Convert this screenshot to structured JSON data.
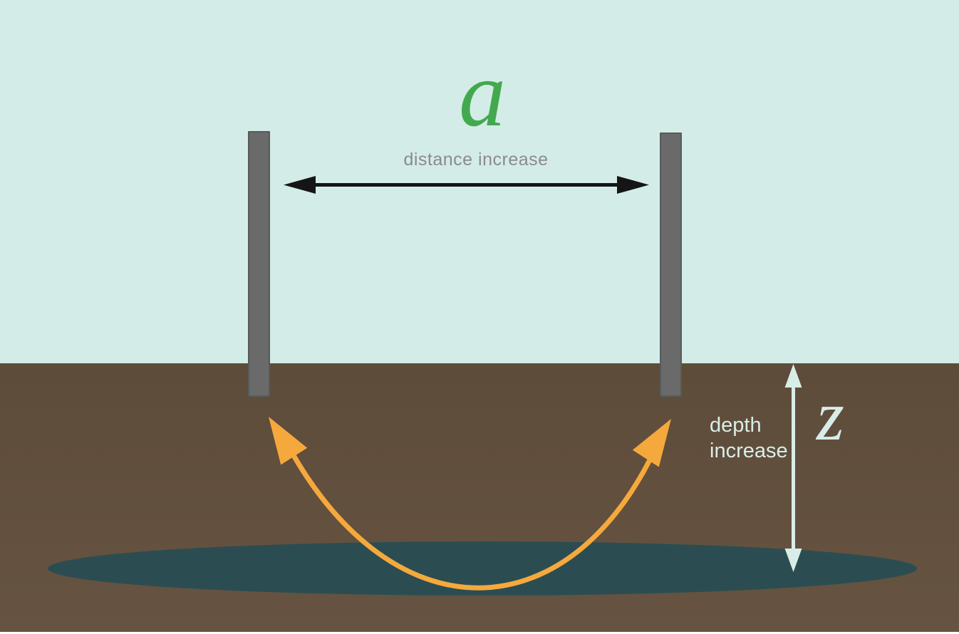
{
  "diagram": {
    "spacing_symbol": "a",
    "distance_label": "distance increase",
    "depth_label_line1": "depth",
    "depth_label_line2": "increase",
    "depth_symbol": "z"
  },
  "colors": {
    "page_bg": "#ffffff",
    "sky": "#d4ece7",
    "ground_top": "#5e4c3a",
    "ground_bottom": "#665341",
    "zone": "#2b4d52",
    "post_fill": "#6a6a6a",
    "post_edge": "#565b5c",
    "current": "#f5a93c",
    "mint": "#d9ede8",
    "arrow_black": "#151515",
    "symbol_green": "#43a94e",
    "label_gray": "#8b8b8b"
  }
}
